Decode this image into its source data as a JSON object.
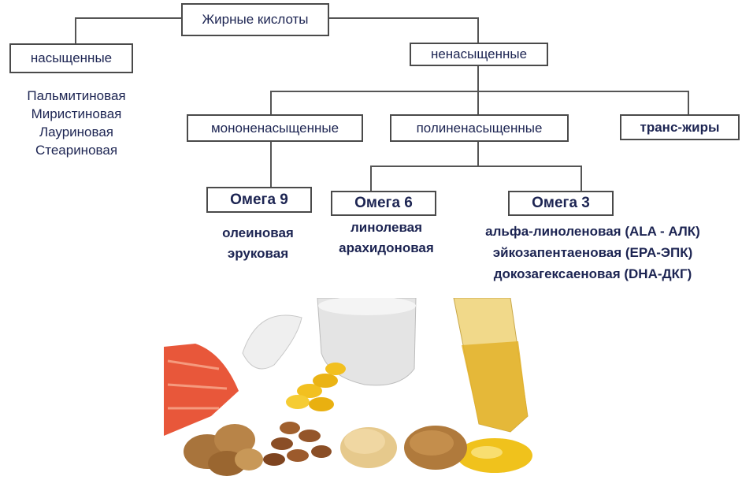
{
  "root": "Жирные кислоты",
  "saturated": {
    "label": "насыщенные",
    "items": [
      "Пальмитиновая",
      "Миристиновая",
      "Лауриновая",
      "Стеариновая"
    ]
  },
  "unsaturated": {
    "label": "ненасыщенные",
    "mono": {
      "label": "мононенасыщенные"
    },
    "poly": {
      "label": "полиненасыщенные"
    },
    "trans": {
      "label": "транс-жиры"
    }
  },
  "omega9": {
    "label": "Омега 9",
    "items": [
      "олеиновая",
      "эруковая"
    ]
  },
  "omega6": {
    "label": "Омега 6",
    "items": [
      "линолевая",
      "арахидоновая"
    ]
  },
  "omega3": {
    "label": "Омега 3",
    "items": [
      "альфа-линоленовая (ALA - АЛК)",
      "эйкозапентаеновая (EPA-ЭПК)",
      "докозагексаеновая (DHA-ДКГ)"
    ]
  },
  "colors": {
    "text": "#1c2452",
    "border": "#4a4a4a",
    "salmon": "#e8573a",
    "oil": "#e8b820"
  }
}
